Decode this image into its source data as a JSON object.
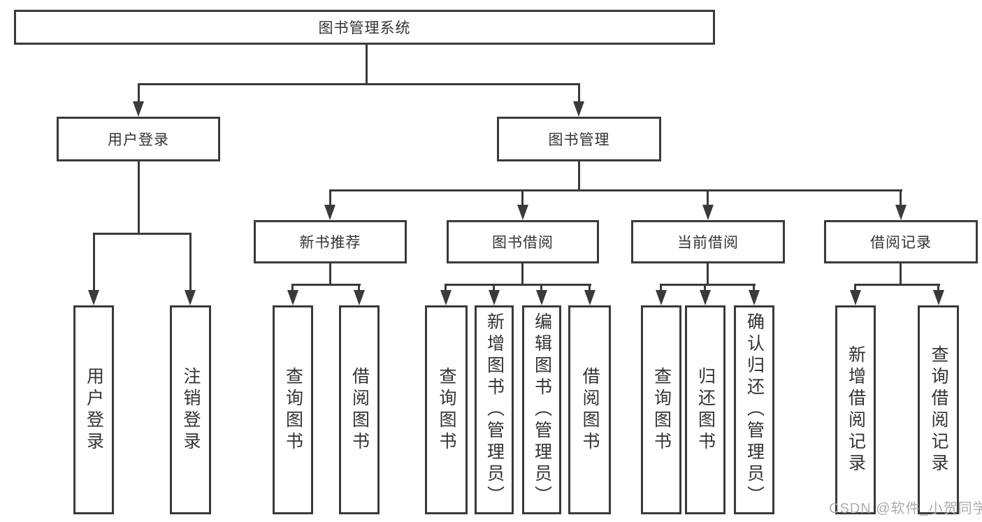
{
  "diagram": {
    "type": "hierarchy-tree",
    "root": {
      "label": "图书管理系统",
      "children": [
        {
          "label": "用户登录",
          "children": [
            {
              "label": "用户登录"
            },
            {
              "label": "注销登录"
            }
          ]
        },
        {
          "label": "图书管理",
          "children": [
            {
              "label": "新书推荐",
              "children": [
                {
                  "label": "查询图书"
                },
                {
                  "label": "借阅图书"
                }
              ]
            },
            {
              "label": "图书借阅",
              "children": [
                {
                  "label": "查询图书"
                },
                {
                  "label": "新增图书（管理员）"
                },
                {
                  "label": "编辑图书（管理员）"
                },
                {
                  "label": "借阅图书"
                }
              ]
            },
            {
              "label": "当前借阅",
              "children": [
                {
                  "label": "查询图书"
                },
                {
                  "label": "归还图书"
                },
                {
                  "label": "确认归还（管理员）"
                }
              ]
            },
            {
              "label": "借阅记录",
              "children": [
                {
                  "label": "新增借阅记录"
                },
                {
                  "label": "查询借阅记录"
                }
              ]
            }
          ]
        }
      ]
    }
  },
  "watermark": {
    "text": "CSDN @软件_小贺同学"
  },
  "colors": {
    "line_color": "#3a3a3a",
    "text_color": "#333333",
    "bg": "#ffffff",
    "watermark_color": "#adadad"
  }
}
